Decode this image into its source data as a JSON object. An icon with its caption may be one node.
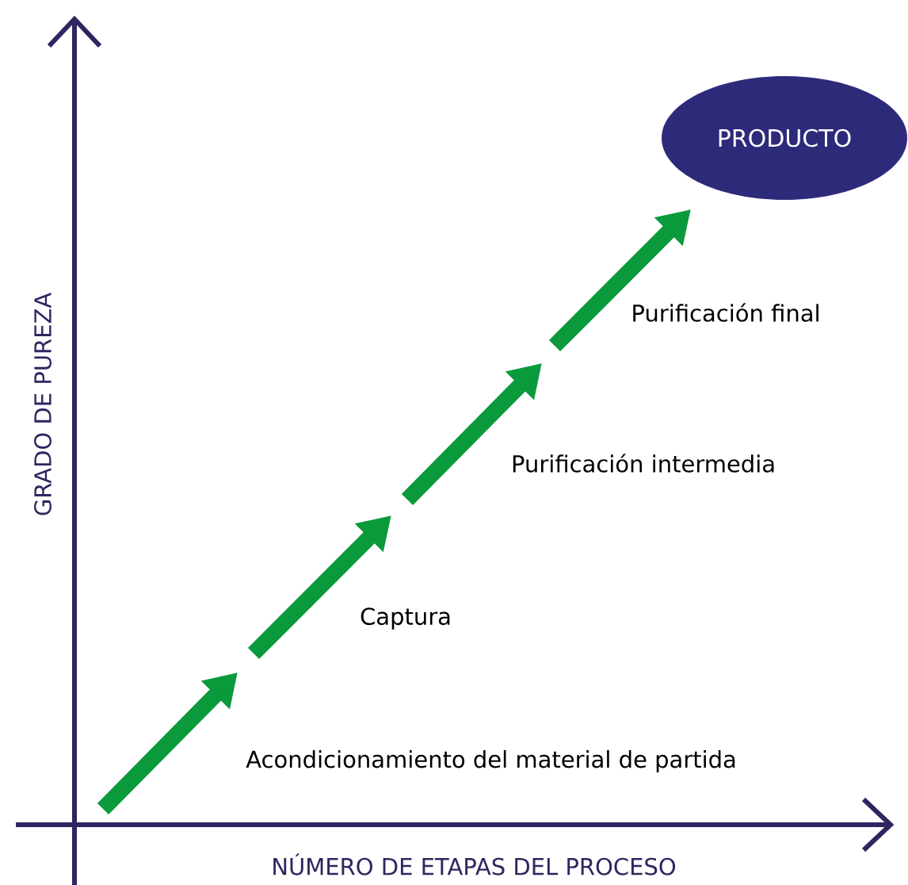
{
  "diagram": {
    "nodes": [
      {
        "text": [
          "PRODUCTO"
        ]
      }
    ],
    "labels": [
      "Purificación final",
      "Purificación intermedia",
      "Captura",
      "Acondicionamiento del material de partida",
      "GRADO DE PUREZA",
      "NÚMERO DE ETAPAS DEL PROCESO"
    ]
  }
}
